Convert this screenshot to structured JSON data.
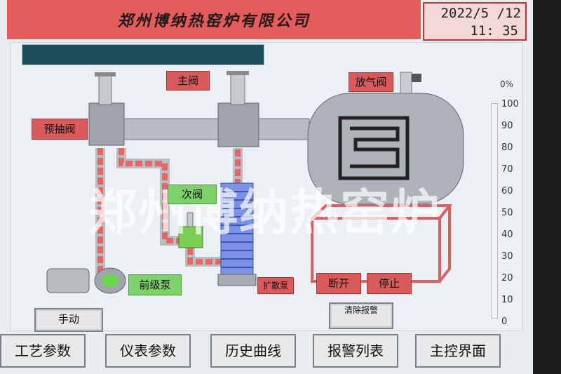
{
  "header": {
    "title": "郑州博纳热窑炉有限公司",
    "date": "2022/5 /12",
    "time": "11: 35"
  },
  "valves": {
    "main": "主阀",
    "pre_pump": "预抽阀",
    "secondary": "次阀",
    "vent": "放气阀"
  },
  "pumps": {
    "fore_pump": "前级泵",
    "diffusion_pump": "扩散泵"
  },
  "buttons": {
    "manual": "手动",
    "disconnect": "断开",
    "stop": "停止",
    "clear_alarm": "清除报警"
  },
  "scale": {
    "unit": "0%",
    "ticks": [
      "100",
      "90",
      "80",
      "70",
      "60",
      "50",
      "40",
      "30",
      "20",
      "10",
      "0"
    ]
  },
  "watermark": "郑州博纳热窑炉",
  "nav": [
    "工艺参数",
    "仪表参数",
    "历史曲线",
    "报警列表",
    "主控界面"
  ]
}
